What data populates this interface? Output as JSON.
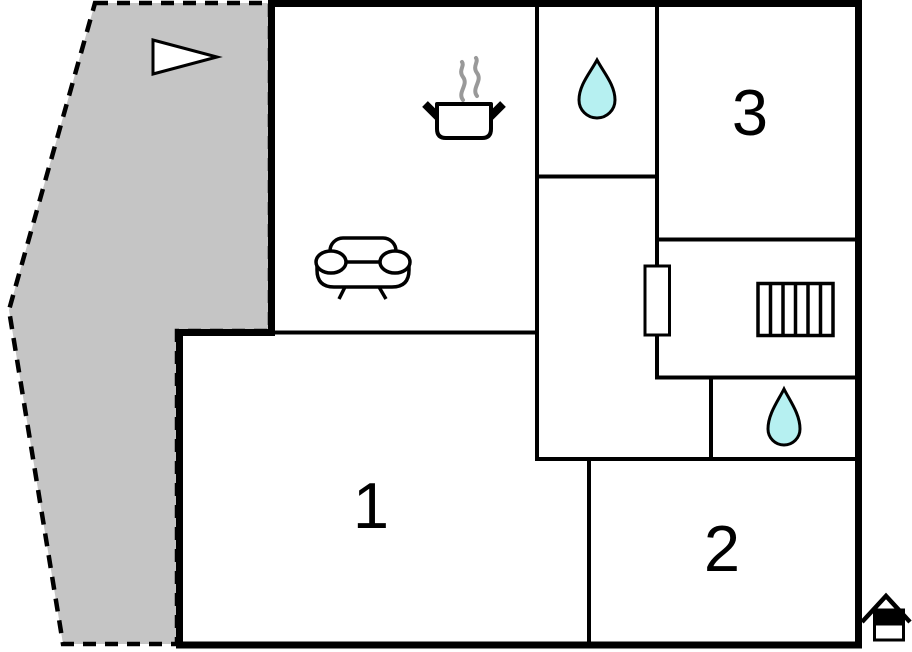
{
  "plan": {
    "type": "vacation-home-floor-plan",
    "rooms": {
      "room1": "1",
      "room2": "2",
      "room3": "3"
    },
    "areas": [
      {
        "name": "terrace",
        "style": "gray-dashed-outline"
      },
      {
        "name": "living-kitchen",
        "icons": [
          "cooking-pot-icon",
          "sofa-icon"
        ]
      },
      {
        "name": "bathroom-top",
        "icons": [
          "water-drop-icon"
        ]
      },
      {
        "name": "bathroom-small",
        "icons": [
          "water-drop-icon"
        ]
      },
      {
        "name": "hallway",
        "icons": [
          "door-opening"
        ]
      },
      {
        "name": "utility-room",
        "icons": [
          "radiator-icon"
        ]
      }
    ],
    "icons": {
      "direction_arrow": "right-pointing-triangle",
      "water_drop": "teardrop",
      "cooking_pot": "pot-with-steam",
      "sofa": "couch-top-view",
      "radiator": "slatted-rectangle",
      "floor_indicator": "house-with-highlighted-level"
    }
  },
  "colors": {
    "terrace_fill": "#c5c5c5",
    "water_drop_fill": "#b6f0f1",
    "steam": "#999999",
    "wall": "#000000",
    "background": "#ffffff"
  }
}
